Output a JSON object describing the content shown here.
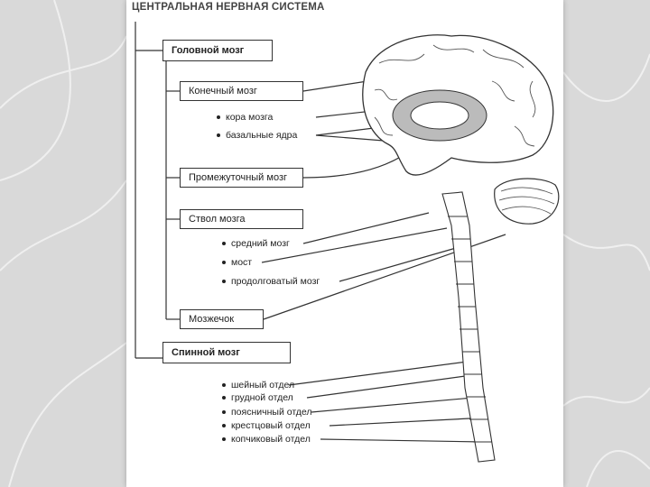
{
  "title": "ЦЕНТРАЛЬНАЯ НЕРВНАЯ СИСТЕМА",
  "brain": {
    "label": "Головной мозг",
    "telencephalon": {
      "label": "Конечный мозг",
      "parts": [
        "кора мозга",
        "базальные ядра"
      ]
    },
    "diencephalon": {
      "label": "Промежуточный мозг"
    },
    "brainstem": {
      "label": "Ствол мозга",
      "parts": [
        "средний мозг",
        "мост",
        "продолговатый мозг"
      ]
    },
    "cerebellum": {
      "label": "Мозжечок"
    }
  },
  "spinal_cord": {
    "label": "Спинной мозг",
    "parts": [
      "шейный отдел",
      "грудной отдел",
      "поясничный отдел",
      "крестцовый отдел",
      "копчиковый отдел"
    ]
  },
  "colors": {
    "line": "#333333",
    "sheet": "#ffffff",
    "background": "#d9d9d9"
  }
}
